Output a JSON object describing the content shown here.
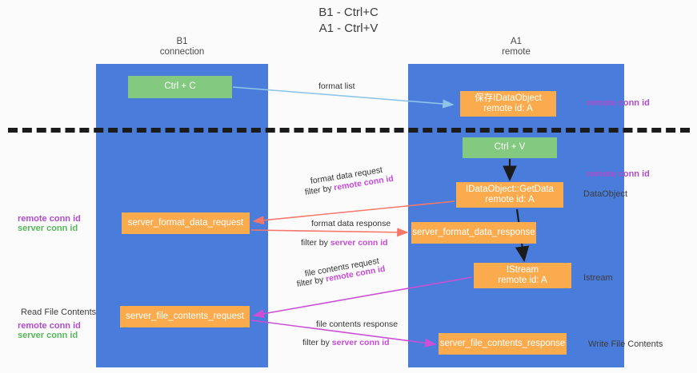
{
  "title": {
    "line1": "B1 - Ctrl+C",
    "line2": "A1 - Ctrl+V"
  },
  "lanes": [
    {
      "name": "B1",
      "role": "connection",
      "color": "#4a7ddb"
    },
    {
      "name": "A1",
      "role": "remote",
      "color": "#4a7ddb"
    }
  ],
  "colors": {
    "lane": "#4a7ddb",
    "green_node": "#83c97f",
    "orange_node": "#f9ab4e",
    "magenta_text": "#b04ccb",
    "green_text": "#57b85b",
    "divider": "#1b1b1b",
    "arrow_blue": "#8ec5e8",
    "arrow_red": "#f4776a",
    "arrow_magenta": "#cc4fd6",
    "arrow_black": "#1b1b1b"
  },
  "nodes": {
    "ctrl_c": {
      "label": "Ctrl + C",
      "style": "green"
    },
    "save_idataobject": {
      "label": "保存IDataObject",
      "sub": "remote id: A",
      "style": "orange"
    },
    "ctrl_v": {
      "label": "Ctrl + V",
      "style": "green"
    },
    "getdata": {
      "label": "IDataObject::GetData",
      "sub": "remote id: A",
      "style": "orange"
    },
    "server_format_data_request": {
      "label": "server_format_data_request",
      "style": "orange"
    },
    "server_format_data_response": {
      "label": "server_format_data_response",
      "style": "orange"
    },
    "istream": {
      "label": "IStream",
      "sub": "remote id: A",
      "style": "orange"
    },
    "server_file_contents_request": {
      "label": "server_file_contents_request",
      "style": "orange"
    },
    "server_file_contents_response": {
      "label": "server_file_contents_response",
      "style": "orange"
    }
  },
  "edges": {
    "format_list": "format list",
    "format_data_request": "format data request",
    "format_data_request_filter_prefix": "filter by ",
    "format_data_request_filter_key": "remote conn id",
    "format_data_response": "format data response",
    "format_data_response_filter_prefix": "filter by ",
    "format_data_response_filter_key": "server conn id",
    "file_contents_request": "file contents request",
    "file_contents_request_filter_prefix": "filter by ",
    "file_contents_request_filter_key": "remote conn id",
    "file_contents_response": "file contents response",
    "file_contents_response_filter_prefix": "filter by ",
    "file_contents_response_filter_key": "server conn id"
  },
  "side_notes": {
    "remote_conn_id_top": "remote conn id",
    "remote_conn_id_mid": "remote conn id",
    "dataobject": "DataObject",
    "istream": "Istream",
    "write_file_contents": "Write File Contents"
  },
  "left_notes": {
    "conn_remote": "remote conn id",
    "conn_server": "server conn id",
    "read_file_contents": "Read File Contents",
    "read_remote": "remote conn id",
    "read_server": "server conn id"
  }
}
